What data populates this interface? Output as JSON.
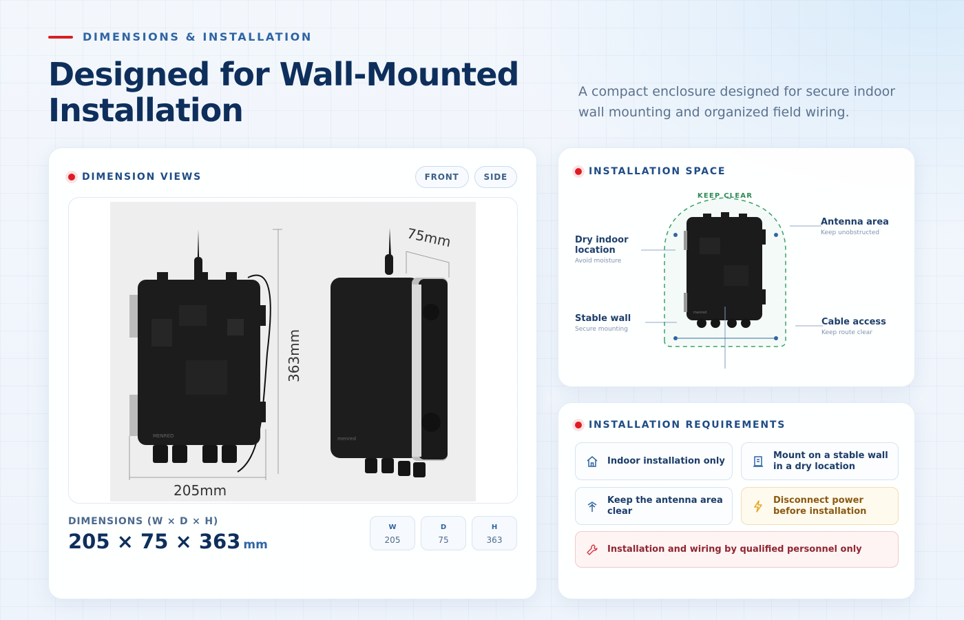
{
  "header": {
    "eyebrow": "DIMENSIONS & INSTALLATION",
    "title_line1": "Designed for Wall-Mounted",
    "title_line2": "Installation",
    "subtitle": "A compact enclosure designed for secure indoor wall mounting and organized field wiring."
  },
  "dimensions": {
    "heading": "DIMENSION VIEWS",
    "tabs": [
      "FRONT",
      "SIDE"
    ],
    "photo_labels": {
      "width": "205mm",
      "height": "363mm",
      "depth": "75mm",
      "brand_front": "MENRED",
      "brand_side": "menred"
    },
    "label": "DIMENSIONS (W × D × H)",
    "value": "205 × 75 × 363",
    "unit": "mm",
    "chips": [
      {
        "key": "W",
        "value": "205"
      },
      {
        "key": "D",
        "value": "75"
      },
      {
        "key": "H",
        "value": "363"
      }
    ]
  },
  "space": {
    "heading": "INSTALLATION SPACE",
    "keep_clear": "KEEP CLEAR",
    "device_brand": "menred",
    "labels": {
      "dry": {
        "main": "Dry indoor location",
        "sub": "Avoid moisture"
      },
      "wall": {
        "main": "Stable wall",
        "sub": "Secure mounting"
      },
      "antenna": {
        "main": "Antenna area",
        "sub": "Keep unobstructed"
      },
      "cable": {
        "main": "Cable access",
        "sub": "Keep route clear"
      }
    }
  },
  "requirements": {
    "heading": "INSTALLATION REQUIREMENTS",
    "items": [
      {
        "icon": "house-icon",
        "text": "Indoor installation only"
      },
      {
        "icon": "wall-mount-icon",
        "text": "Mount on a stable wall in a dry location"
      },
      {
        "icon": "antenna-icon",
        "text": "Keep the antenna area clear"
      },
      {
        "icon": "lightning-icon",
        "text": "Disconnect power before installation"
      },
      {
        "icon": "wrench-icon",
        "text": "Installation and wiring by qualified personnel only"
      }
    ]
  },
  "colors": {
    "accent_red": "#d81f26",
    "brand_blue": "#2f65a4",
    "navy": "#0e2f5c",
    "keep_clear_green": "#3aa16b"
  }
}
